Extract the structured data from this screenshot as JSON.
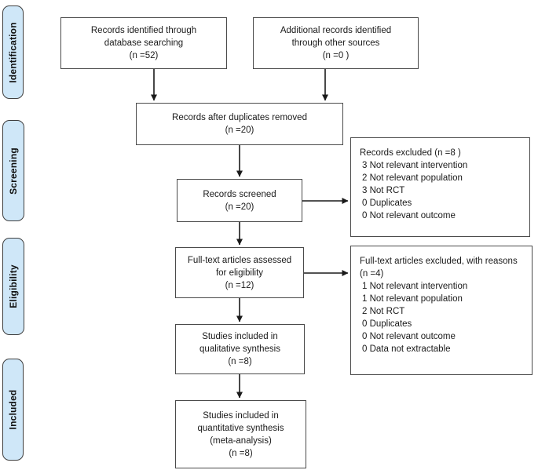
{
  "colors": {
    "stage_fill": "#cfe7f8",
    "stage_border": "#3f3f3f",
    "box_border": "#4a4a4a",
    "text": "#1a1a1a",
    "arrow": "#1a1a1a"
  },
  "stages": [
    {
      "label": "Identification"
    },
    {
      "label": "Screening"
    },
    {
      "label": "Eligibility"
    },
    {
      "label": "Included"
    }
  ],
  "boxes": {
    "records_identified": {
      "lines": [
        "Records identified through",
        "database searching",
        "(n =52)"
      ]
    },
    "additional_records": {
      "lines": [
        "Additional records identified",
        "through other sources",
        "(n =0 )"
      ]
    },
    "duplicates_removed": {
      "lines": [
        "Records after duplicates removed",
        "(n =20)"
      ]
    },
    "records_screened": {
      "lines": [
        "Records screened",
        "(n =20)"
      ]
    },
    "records_excluded": {
      "lines": [
        "Records excluded (n =8 )",
        "3 Not relevant intervention",
        "2 Not relevant population",
        "3 Not RCT",
        "0 Duplicates",
        "0 Not relevant outcome"
      ]
    },
    "fulltext_assessed": {
      "lines": [
        "Full-text articles assessed",
        "for eligibility",
        "(n =12)"
      ]
    },
    "fulltext_excluded": {
      "lines": [
        "Full-text articles excluded, with reasons",
        "(n =4)",
        "1 Not relevant intervention",
        "1 Not relevant population",
        "2 Not RCT",
        "0 Duplicates",
        "0 Not relevant outcome",
        "0 Data not extractable"
      ]
    },
    "qualitative_synthesis": {
      "lines": [
        "Studies included in",
        "qualitative synthesis",
        "(n =8)"
      ]
    },
    "quantitative_synthesis": {
      "lines": [
        "Studies included in",
        "quantitative synthesis",
        "(meta-analysis)",
        "(n =8)"
      ]
    }
  }
}
